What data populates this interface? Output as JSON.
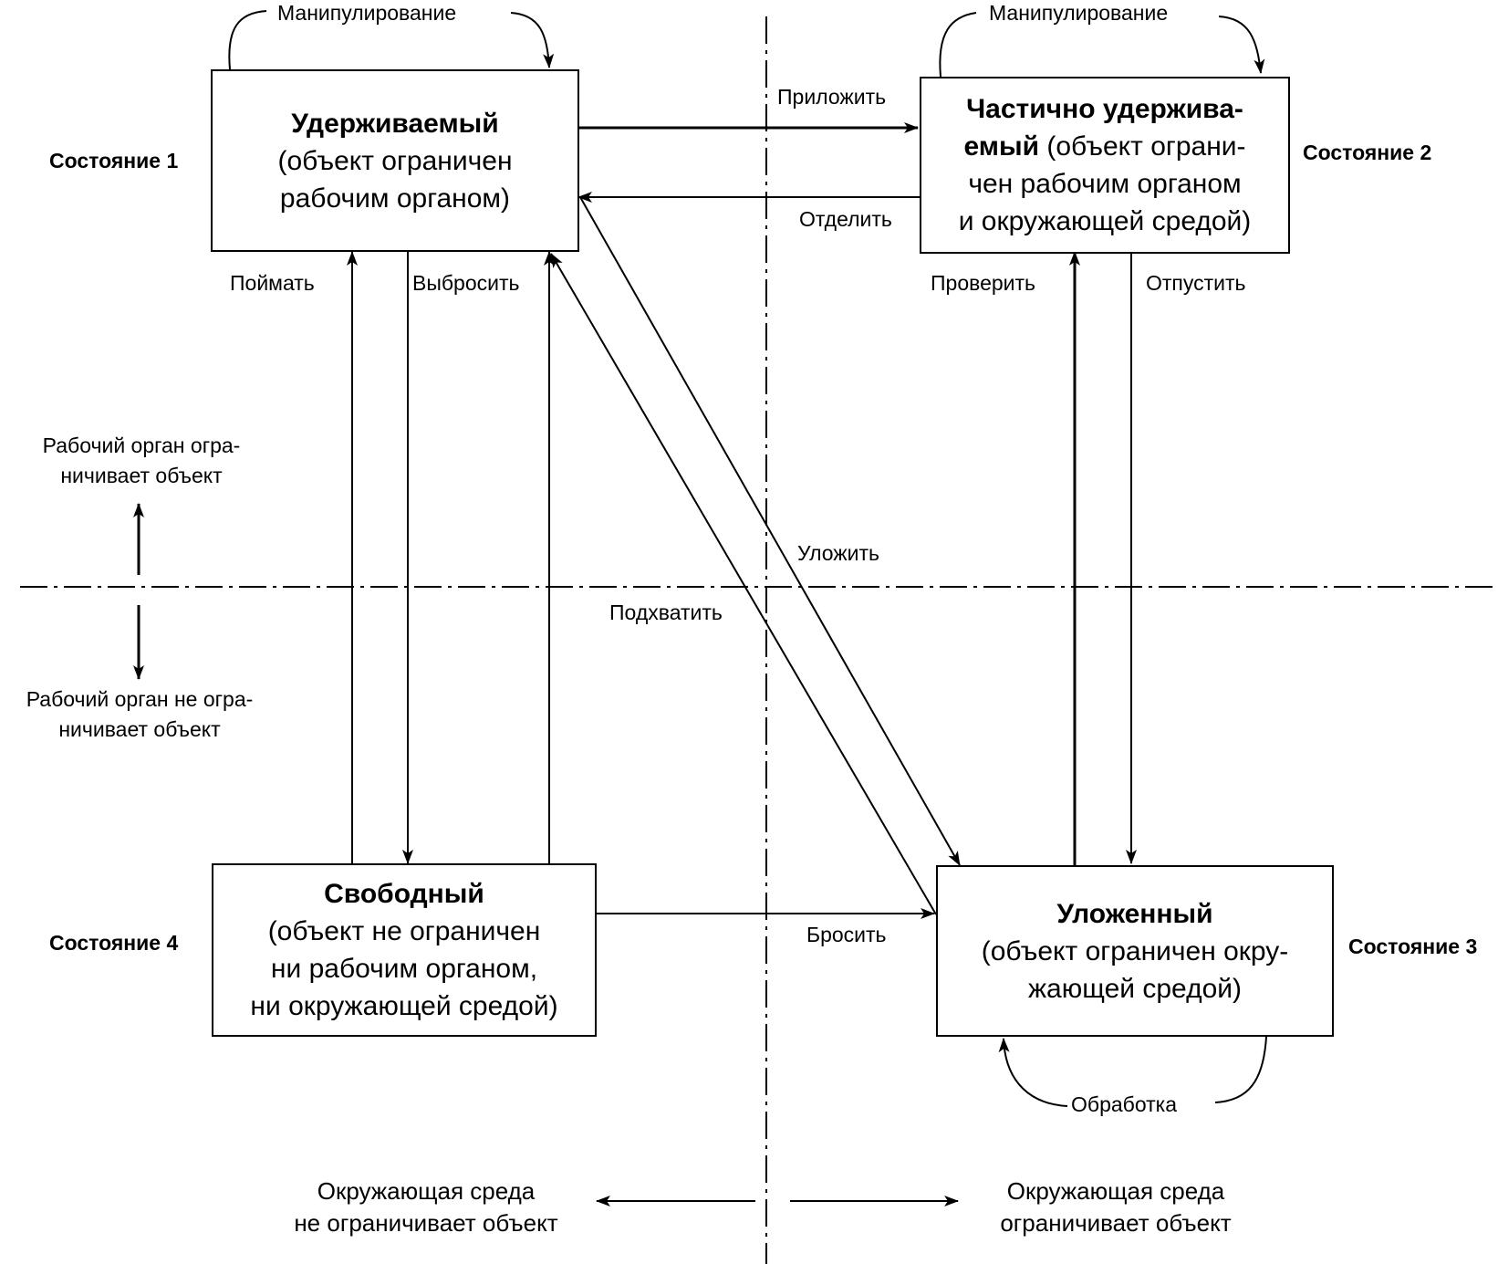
{
  "states": {
    "s1": {
      "label": "Состояние 1",
      "title": "Удерживаемый",
      "desc_lines": [
        "(объект ограничен",
        "рабочим органом)"
      ]
    },
    "s2": {
      "label": "Состояние 2",
      "title_lines": [
        "Частично удержива-",
        "емый"
      ],
      "desc_first": " (объект ограни-",
      "desc_lines": [
        "чен рабочим органом",
        "и окружающей средой)"
      ]
    },
    "s3": {
      "label": "Состояние 3",
      "title": "Уложенный",
      "desc_lines": [
        "(объект ограничен окру-",
        "жающей средой)"
      ]
    },
    "s4": {
      "label": "Состояние 4",
      "title": "Свободный",
      "desc_lines": [
        "(объект не ограничен",
        "ни рабочим органом,",
        "ни окружающей средой)"
      ]
    }
  },
  "transitions": {
    "manip1": "Манипулирование",
    "manip2": "Манипулирование",
    "apply": "Приложить",
    "separate": "Отделить",
    "catch": "Поймать",
    "throw": "Выбросить",
    "check": "Проверить",
    "release": "Отпустить",
    "place": "Уложить",
    "pickup": "Подхватить",
    "drop": "Бросить",
    "processing": "Обработка"
  },
  "notes": {
    "effector_constrains": [
      "Рабочий орган огра-",
      "ничивает объект"
    ],
    "effector_not_constrains": [
      "Рабочий орган не огра-",
      "ничивает объект"
    ],
    "env_not_constrains": [
      "Окружающая среда",
      "не ограничивает объект"
    ],
    "env_constrains": [
      "Окружающая среда",
      "ограничивает объект"
    ]
  }
}
